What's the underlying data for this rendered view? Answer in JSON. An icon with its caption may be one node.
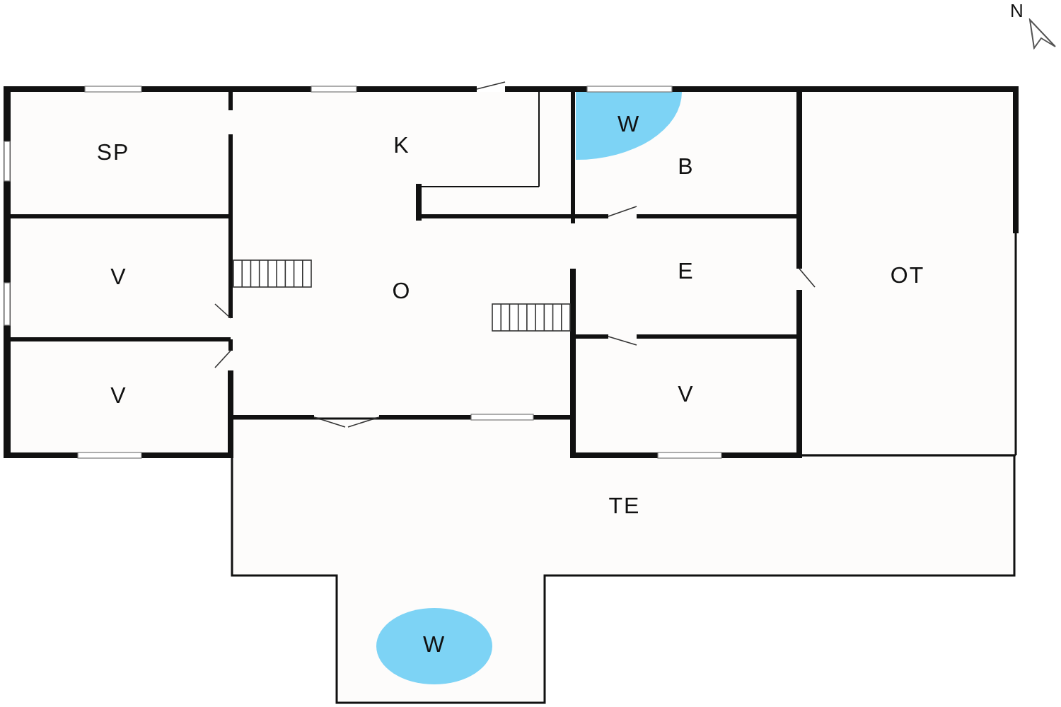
{
  "diagram": {
    "nodes": [
      {
        "text": [
          "SP"
        ]
      },
      {
        "text": [
          "K"
        ]
      },
      {
        "text": [
          "B"
        ]
      },
      {
        "text": [
          "W"
        ],
        "in": 2
      },
      {
        "text": [
          "V"
        ]
      },
      {
        "text": [
          "O"
        ]
      },
      {
        "text": [
          "E"
        ]
      },
      {
        "text": [
          "OT"
        ]
      },
      {
        "text": [
          "V"
        ]
      },
      {
        "text": [
          "V"
        ]
      },
      {
        "text": [
          "TE"
        ]
      },
      {
        "text": [
          "W"
        ],
        "in": 10
      }
    ],
    "labels": [
      "N"
    ]
  }
}
